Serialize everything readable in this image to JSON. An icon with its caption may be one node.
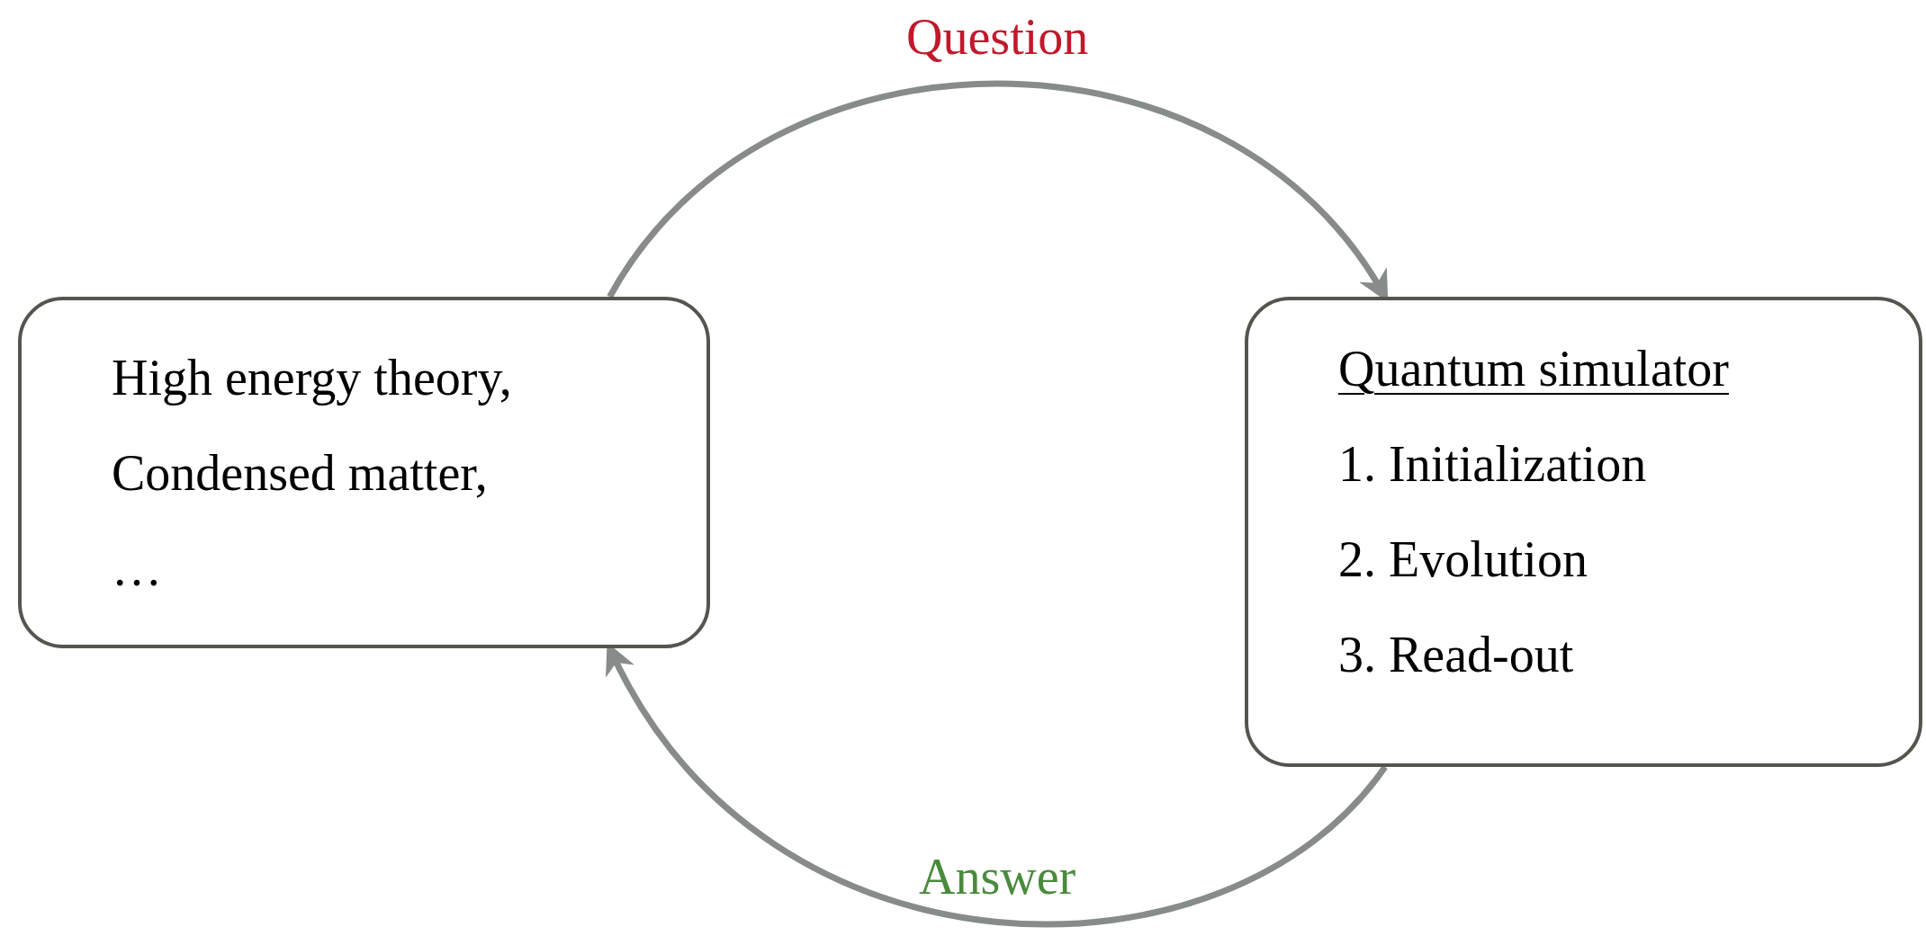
{
  "diagram": {
    "nodes": [
      {
        "text": [
          "High energy theory,",
          "Condensed matter,",
          "…"
        ]
      },
      {
        "text": [
          "Quantum simulator",
          "1. Initialization",
          "2. Evolution",
          "3. Read-out"
        ]
      }
    ],
    "edges": [
      {
        "from": 0,
        "to": 1,
        "arrow": "to",
        "label": "Question"
      },
      {
        "from": 1,
        "to": 0,
        "arrow": "to",
        "label": "Answer"
      }
    ]
  }
}
